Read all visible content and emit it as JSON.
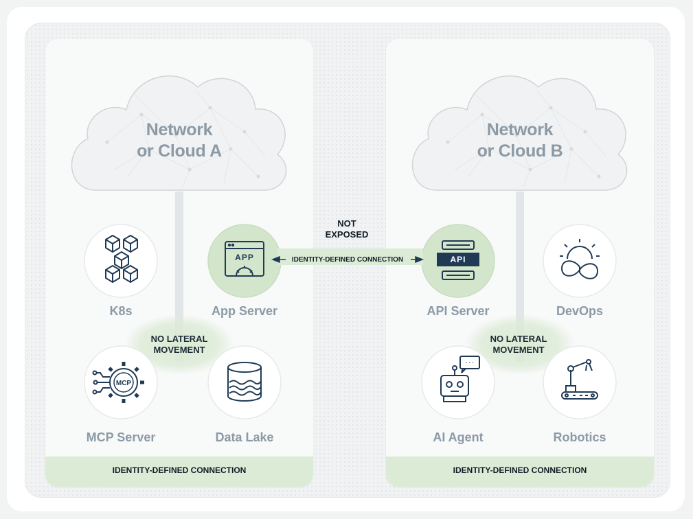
{
  "left_zone": {
    "cloud_title_line1": "Network",
    "cloud_title_line2": "or Cloud A",
    "nodes": [
      {
        "label": "K8s",
        "icon": "kubernetes-cubes-icon"
      },
      {
        "label": "App Server",
        "icon": "app-window-icon",
        "icon_text": "APP"
      },
      {
        "label": "MCP Server",
        "icon": "mcp-gear-icon",
        "icon_text": "MCP"
      },
      {
        "label": "Data Lake",
        "icon": "data-lake-icon"
      }
    ],
    "no_lateral_line1": "NO LATERAL",
    "no_lateral_line2": "MOVEMENT",
    "bottom_connection_label": "IDENTITY-DEFINED CONNECTION"
  },
  "right_zone": {
    "cloud_title_line1": "Network",
    "cloud_title_line2": "or Cloud B",
    "nodes": [
      {
        "label": "API Server",
        "icon": "api-server-icon",
        "icon_text": "API"
      },
      {
        "label": "DevOps",
        "icon": "devops-infinity-icon"
      },
      {
        "label": "AI Agent",
        "icon": "robot-chat-icon",
        "icon_text": "· · ·"
      },
      {
        "label": "Robotics",
        "icon": "robot-arm-icon"
      }
    ],
    "no_lateral_line1": "NO LATERAL",
    "no_lateral_line2": "MOVEMENT",
    "bottom_connection_label": "IDENTITY-DEFINED CONNECTION"
  },
  "center": {
    "not_exposed_line1": "NOT",
    "not_exposed_line2": "EXPOSED",
    "connection_label": "IDENTITY-DEFINED CONNECTION"
  },
  "colors": {
    "highlight_green": "#dcebd6",
    "icon_navy": "#203a55",
    "label_gray": "#8c9aa6",
    "panel_bg": "#f8f9f9"
  }
}
